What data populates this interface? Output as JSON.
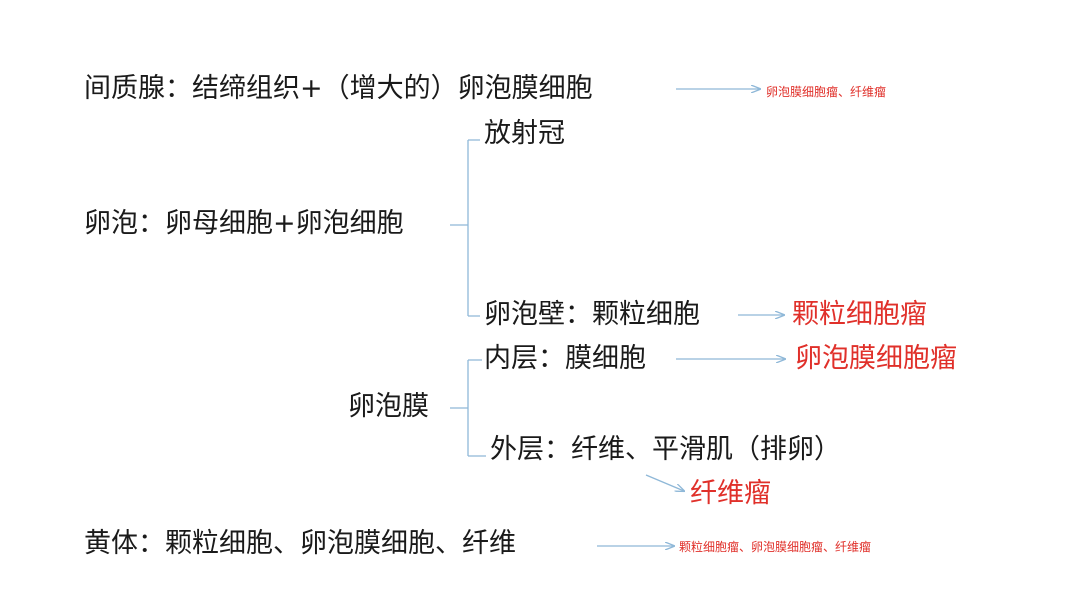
{
  "rows": {
    "interstitial": {
      "label": "间质腺：结缔组织+（增大的）卵泡膜细胞",
      "tumor": "卵泡膜细胞瘤、纤维瘤"
    },
    "follicle": {
      "label": "卵泡：卵母细胞+卵泡细胞",
      "branch_top": "放射冠",
      "branch_bottom": "卵泡壁：颗粒细胞",
      "branch_bottom_tumor": "颗粒细胞瘤"
    },
    "theca": {
      "label": "卵泡膜",
      "inner": "内层：膜细胞",
      "inner_tumor": "卵泡膜细胞瘤",
      "outer": "外层：纤维、平滑肌（排卵）",
      "outer_tumor": "纤维瘤"
    },
    "corpus_luteum": {
      "label": "黄体：颗粒细胞、卵泡膜细胞、纤维",
      "tumor": "颗粒细胞瘤、卵泡膜细胞瘤、纤维瘤"
    }
  },
  "colors": {
    "text": "#1a1a1a",
    "tumor": "#e0302a",
    "connector": "#8fb8d8"
  }
}
